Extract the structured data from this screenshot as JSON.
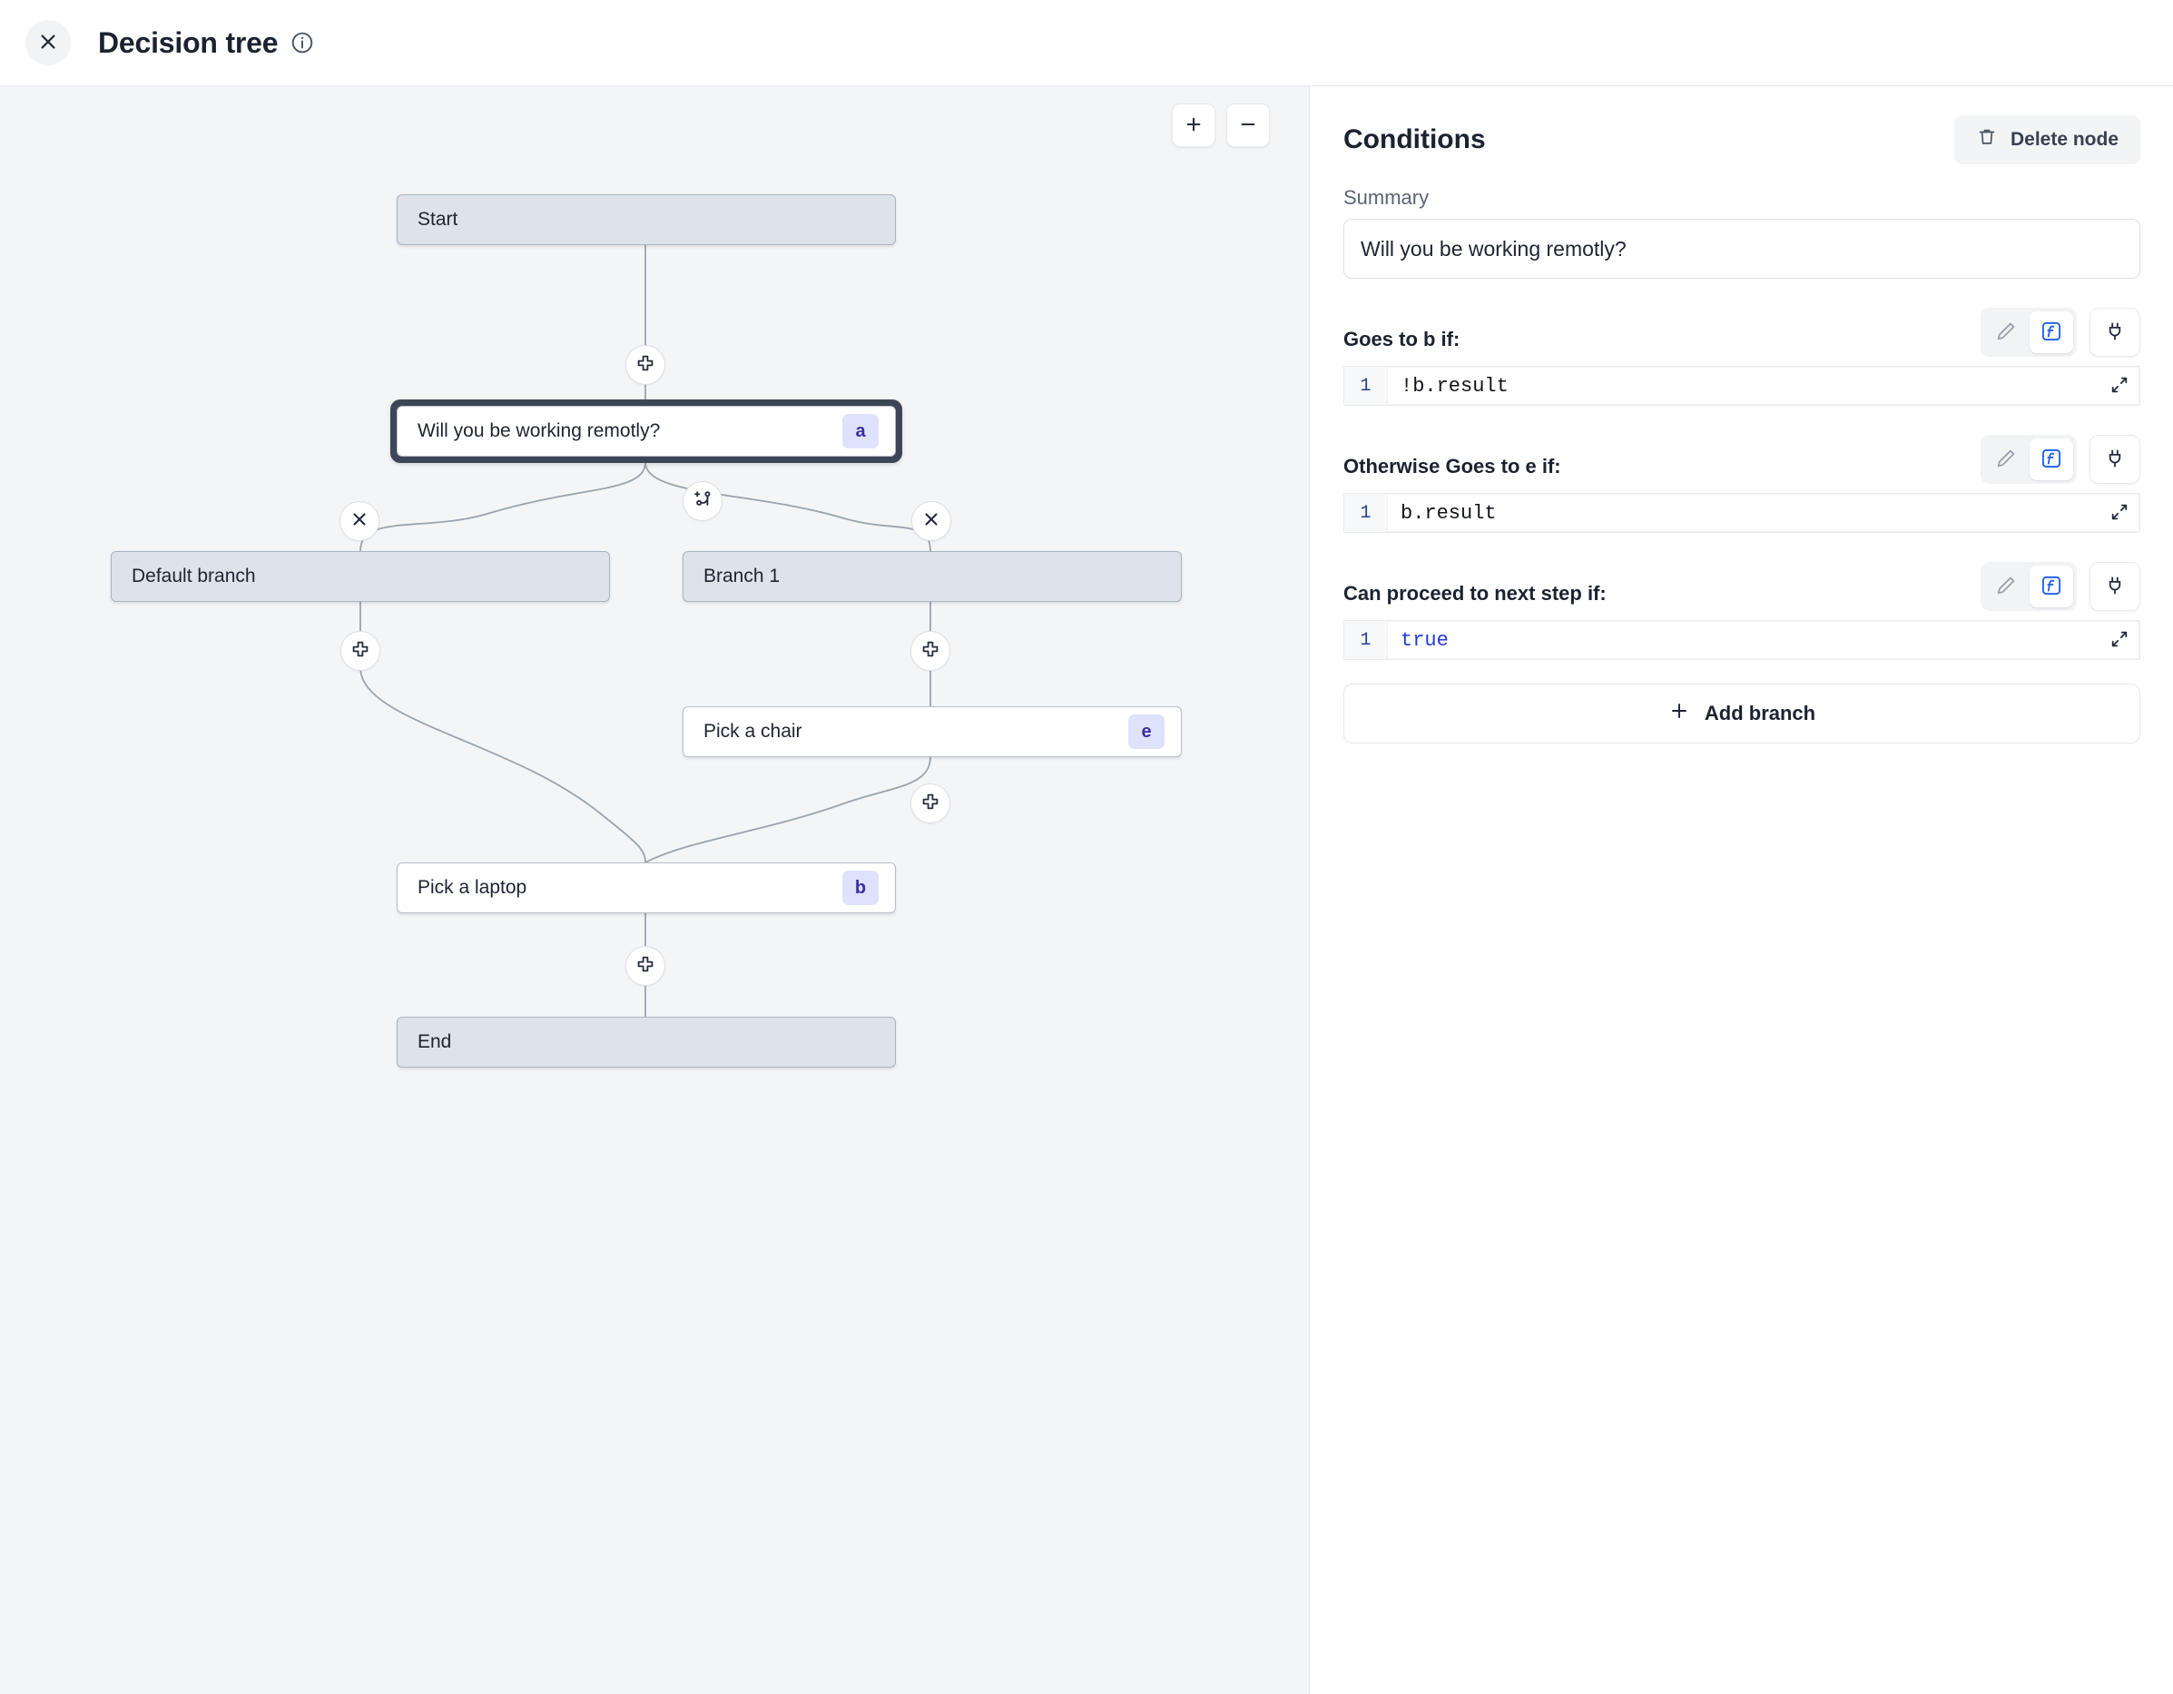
{
  "header": {
    "title": "Decision tree",
    "close_icon": "close-icon",
    "info_icon": "info-icon"
  },
  "canvas": {
    "zoom_in_label": "+",
    "zoom_out_label": "−",
    "nodes": [
      {
        "id": "start",
        "label": "Start",
        "badge": "",
        "type": "grey",
        "selected": false
      },
      {
        "id": "a",
        "label": "Will you be working remotly?",
        "badge": "a",
        "type": "white",
        "selected": true
      },
      {
        "id": "def",
        "label": "Default branch",
        "badge": "",
        "type": "grey",
        "selected": false
      },
      {
        "id": "br1",
        "label": "Branch 1",
        "badge": "",
        "type": "grey",
        "selected": false
      },
      {
        "id": "e",
        "label": "Pick a chair",
        "badge": "e",
        "type": "white",
        "selected": false
      },
      {
        "id": "b",
        "label": "Pick a laptop",
        "badge": "b",
        "type": "white",
        "selected": false
      },
      {
        "id": "end",
        "label": "End",
        "badge": "",
        "type": "grey",
        "selected": false
      }
    ],
    "handles": [
      {
        "id": "add-after-start",
        "icon": "plus-icon"
      },
      {
        "id": "add-branch",
        "icon": "git-branch-plus-icon"
      },
      {
        "id": "remove-default",
        "icon": "close-icon"
      },
      {
        "id": "remove-branch-1",
        "icon": "close-icon"
      },
      {
        "id": "add-after-default",
        "icon": "plus-icon"
      },
      {
        "id": "add-after-branch1",
        "icon": "plus-icon"
      },
      {
        "id": "add-after-chair",
        "icon": "plus-icon"
      },
      {
        "id": "add-after-laptop",
        "icon": "plus-icon"
      }
    ]
  },
  "panel": {
    "title": "Conditions",
    "delete_label": "Delete node",
    "delete_icon": "trash-icon",
    "summary_label": "Summary",
    "summary_value": "Will you be working remotly?",
    "conditions": [
      {
        "label": "Goes to b if:",
        "line_no": "1",
        "code": "!b.result",
        "keyword": false
      },
      {
        "label": "Otherwise Goes to e if:",
        "line_no": "1",
        "code": "b.result",
        "keyword": false
      },
      {
        "label": "Can proceed to next step if:",
        "line_no": "1",
        "code": "true",
        "keyword": true
      }
    ],
    "tool_icons": {
      "edit": "pencil-icon",
      "expression": "function-icon",
      "connect": "plug-icon",
      "expand": "expand-icon"
    },
    "add_branch_label": "Add branch",
    "add_branch_icon": "plus-icon"
  },
  "colors": {
    "accent": "#1f3bdb",
    "badge_bg": "#dfe2fb",
    "badge_fg": "#3730a3",
    "node_grey": "#dde3e9",
    "canvas_bg": "#f4f5f7"
  }
}
